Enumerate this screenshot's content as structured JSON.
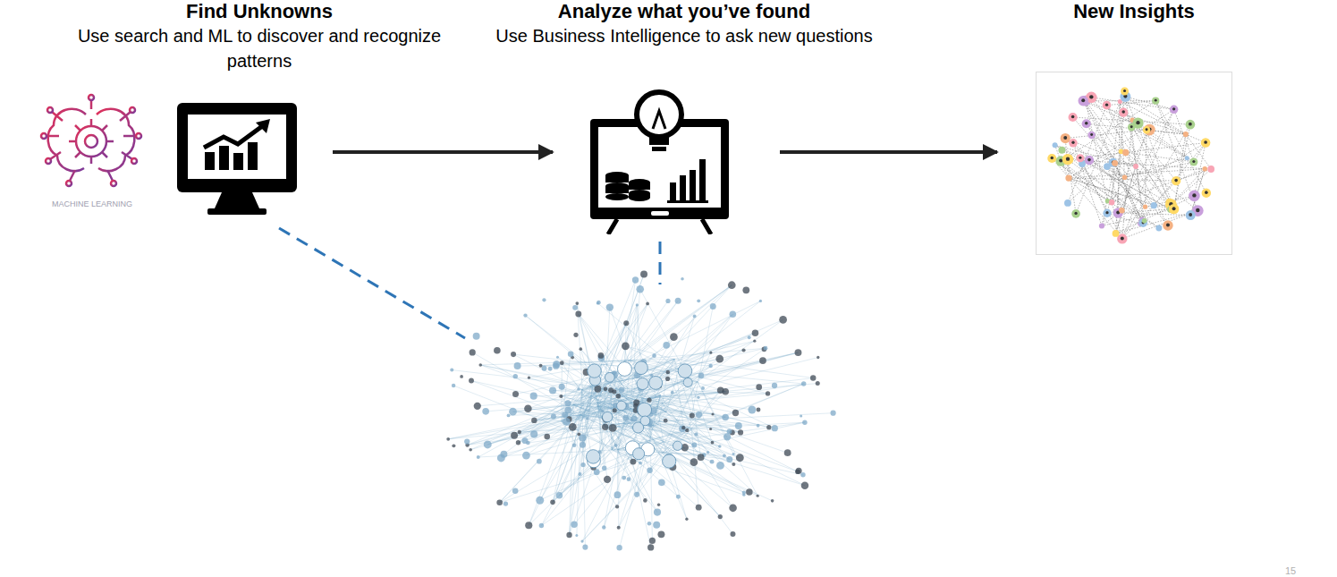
{
  "diagram": {
    "nodes": [
      {
        "text": [
          "Find Unknowns",
          "Use search and ML to discover and recognize patterns"
        ]
      },
      {
        "text": [
          "Analyze what you’ve found",
          "Use Business Intelligence to ask new questions"
        ]
      },
      {
        "text": [
          "New Insights"
        ]
      }
    ],
    "edges": [
      {
        "from": 0,
        "to": 1,
        "arrow": "to"
      },
      {
        "from": 1,
        "to": 2,
        "arrow": "to"
      }
    ],
    "labels": [
      "MACHINE LEARNING",
      "15"
    ]
  }
}
